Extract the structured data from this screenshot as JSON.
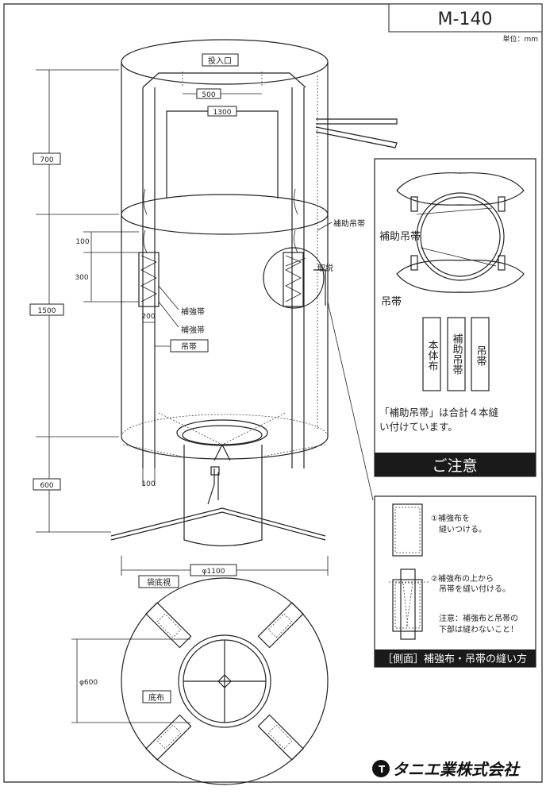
{
  "title": "M-140",
  "unit": "単位：mm",
  "labels": {
    "inlet": "投入口",
    "aux_strap": "補助吊帯",
    "manual": "取説",
    "reinforce1": "補強帯",
    "reinforce2": "補強帯",
    "strap": "吊帯",
    "bottom_view": "袋底視",
    "bottom_cloth": "底布"
  },
  "dimensions": {
    "d500": "500",
    "d1300": "1300",
    "d700": "700",
    "d1500": "1500",
    "d600": "600",
    "d100a": "100",
    "d300": "300",
    "d200": "200",
    "d100b": "100",
    "phi1100": "φ1100",
    "phi600": "φ600"
  },
  "notice_panel": {
    "aux_strap": "補助吊帯",
    "strap": "吊帯",
    "body_cloth": "本体布",
    "aux_strap_v": "補助吊帯",
    "strap_v": "吊帯",
    "note_line1": "「補助吊帯」は合計４本縫",
    "note_line2": "い付けています。",
    "footer": "ご注意"
  },
  "sewing_panel": {
    "step1_line1": "①補強布を",
    "step1_line2": "縫いつける。",
    "step2_line1": "②補強布の上から",
    "step2_line2": "吊帯を縫い付ける。",
    "caution_line1": "注意：補強布と吊帯の",
    "caution_line2": "下部は縫わないこと！",
    "footer": "［側面］補強布・吊帯の縫い方"
  },
  "company": "タニエ業株式会社"
}
